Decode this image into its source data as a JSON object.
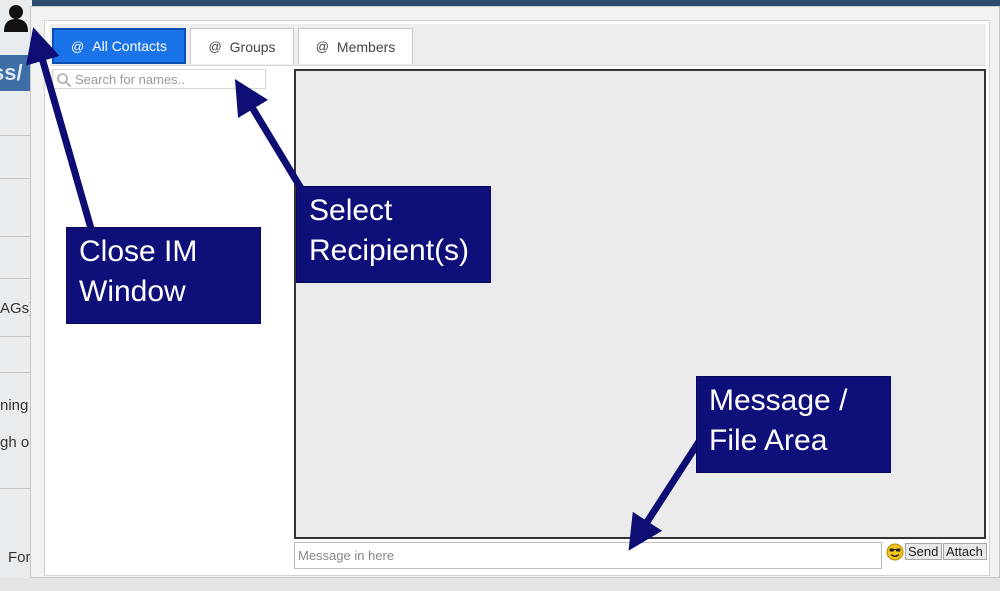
{
  "tabs": [
    {
      "at": "@",
      "label": "All Contacts"
    },
    {
      "at": "@",
      "label": "Groups"
    },
    {
      "at": "@",
      "label": "Members"
    }
  ],
  "search": {
    "placeholder": "Search for names.."
  },
  "message": {
    "placeholder": "Message in here"
  },
  "buttons": {
    "send": "Send",
    "attach": "Attach"
  },
  "callouts": {
    "close": [
      "Close IM",
      "Window"
    ],
    "recipients": [
      "Select",
      "Recipient(s)"
    ],
    "message_area": [
      "Message /",
      "File Area"
    ]
  },
  "background_fragments": [
    "ss/",
    "AGs)",
    "ning",
    "gh ou",
    "For"
  ],
  "colors": {
    "active_tab": "#1a73e8",
    "callout_bg": "#0f0f7a",
    "arrow": "#0d0d73"
  },
  "icons": [
    "person-icon",
    "search-icon",
    "emoji-icon",
    "arrow-icon"
  ]
}
